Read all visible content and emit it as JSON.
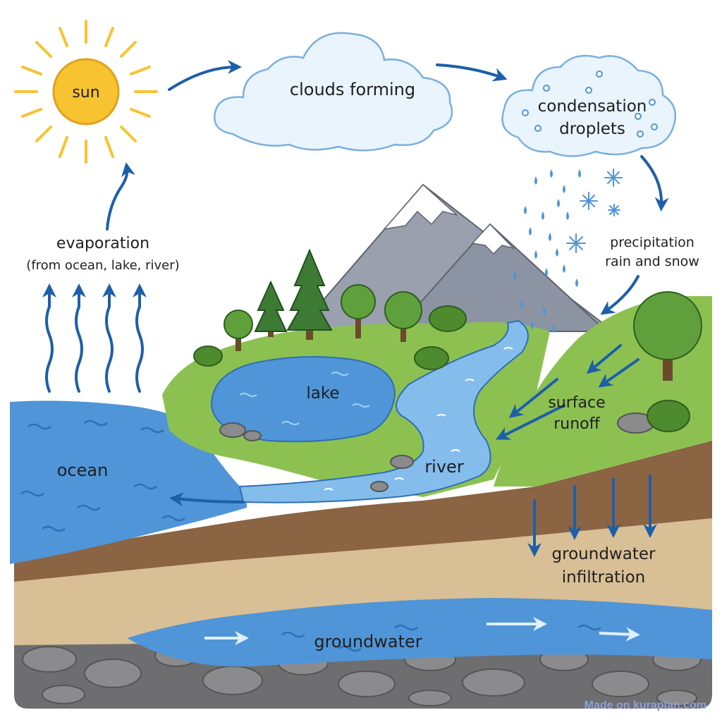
{
  "labels": {
    "sun": "sun",
    "clouds_forming": "clouds forming",
    "condensation_line1": "condensation",
    "condensation_line2": "droplets",
    "evaporation_line1": "evaporation",
    "evaporation_line2": "(from ocean, lake, river)",
    "precipitation_line1": "precipitation",
    "precipitation_line2": "rain and snow",
    "lake": "lake",
    "ocean": "ocean",
    "river": "river",
    "surface_runoff_line1": "surface",
    "surface_runoff_line2": "runoff",
    "infiltration_line1": "groundwater",
    "infiltration_line2": "infiltration",
    "groundwater": "groundwater"
  },
  "watermark": "Made on kuraplan.com",
  "colors": {
    "sun": "#f7c331",
    "water": "#4f95d8",
    "water_light": "#84bcec",
    "arrow": "#1d5fa8",
    "grass": "#8cc152",
    "soil_dark": "#8a6443",
    "sand": "#d9bf95",
    "rock": "#6e6e70",
    "mountain": "#9aa0ad",
    "snow": "#ffffff"
  }
}
